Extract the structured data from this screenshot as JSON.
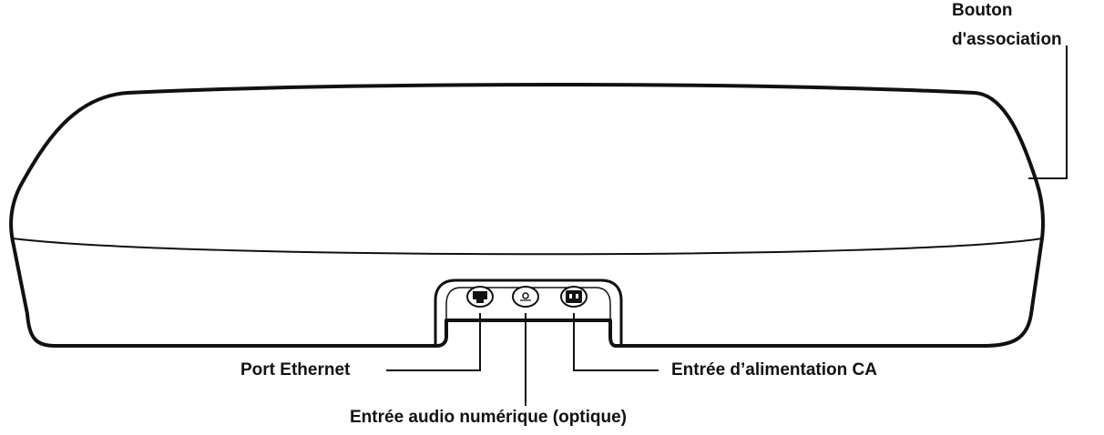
{
  "callouts": {
    "pairing_button": {
      "line1": "Bouton",
      "line2": "d'association"
    },
    "ethernet_port": "Port Ethernet",
    "optical_input": "Entrée audio numérique (optique)",
    "ac_power": "Entrée d’alimentation CA"
  },
  "colors": {
    "stroke": "#111111",
    "fill": "#ffffff"
  }
}
